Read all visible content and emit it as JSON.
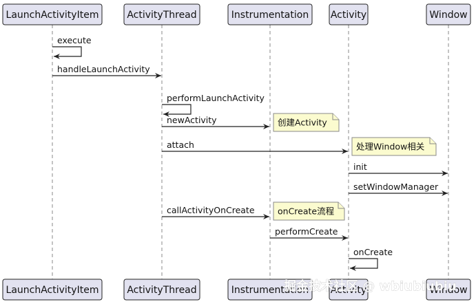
{
  "participants": [
    {
      "id": "lai",
      "label": "LaunchActivityItem"
    },
    {
      "id": "at",
      "label": "ActivityThread"
    },
    {
      "id": "ins",
      "label": "Instrumentation"
    },
    {
      "id": "act",
      "label": "Activity"
    },
    {
      "id": "win",
      "label": "Window"
    }
  ],
  "messages": [
    {
      "from": "lai",
      "to": "lai",
      "label": "execute"
    },
    {
      "from": "lai",
      "to": "at",
      "label": "handleLaunchActivity"
    },
    {
      "from": "at",
      "to": "at",
      "label": "performLaunchActivity"
    },
    {
      "from": "at",
      "to": "ins",
      "label": "newActivity"
    },
    {
      "from": "at",
      "to": "act",
      "label": "attach"
    },
    {
      "from": "act",
      "to": "win",
      "label": "init"
    },
    {
      "from": "act",
      "to": "win",
      "label": "setWindowManager"
    },
    {
      "from": "at",
      "to": "ins",
      "label": "callActivityOnCreate"
    },
    {
      "from": "ins",
      "to": "act",
      "label": "performCreate"
    },
    {
      "from": "act",
      "to": "act",
      "label": "onCreate"
    }
  ],
  "notes": [
    {
      "at": "ins",
      "label": "创建Activity"
    },
    {
      "at": "act",
      "label": "处理Window相关"
    },
    {
      "at": "ins",
      "label": "onCreate流程"
    }
  ],
  "watermark": "掘金技术社区 @ wbiubiubiu"
}
